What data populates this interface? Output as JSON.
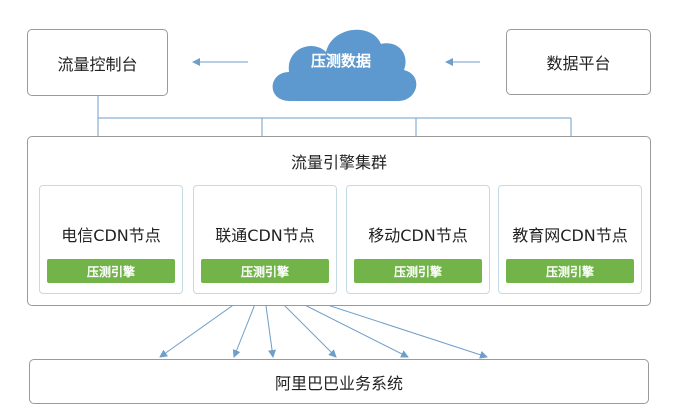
{
  "cloud": {
    "label": "压测数据",
    "color": "#5d99cf"
  },
  "control_console": {
    "label": "流量控制台"
  },
  "data_platform": {
    "label": "数据平台"
  },
  "cluster": {
    "title": "流量引擎集群",
    "nodes": [
      {
        "label": "电信CDN节点",
        "engine": "压测引擎"
      },
      {
        "label": "联通CDN节点",
        "engine": "压测引擎"
      },
      {
        "label": "移动CDN节点",
        "engine": "压测引擎"
      },
      {
        "label": "教育网CDN节点",
        "engine": "压测引擎"
      }
    ],
    "engine_color": "#72b449"
  },
  "business_system": {
    "label": "阿里巴巴业务系统"
  },
  "arrow_color": "#6f9ec8"
}
